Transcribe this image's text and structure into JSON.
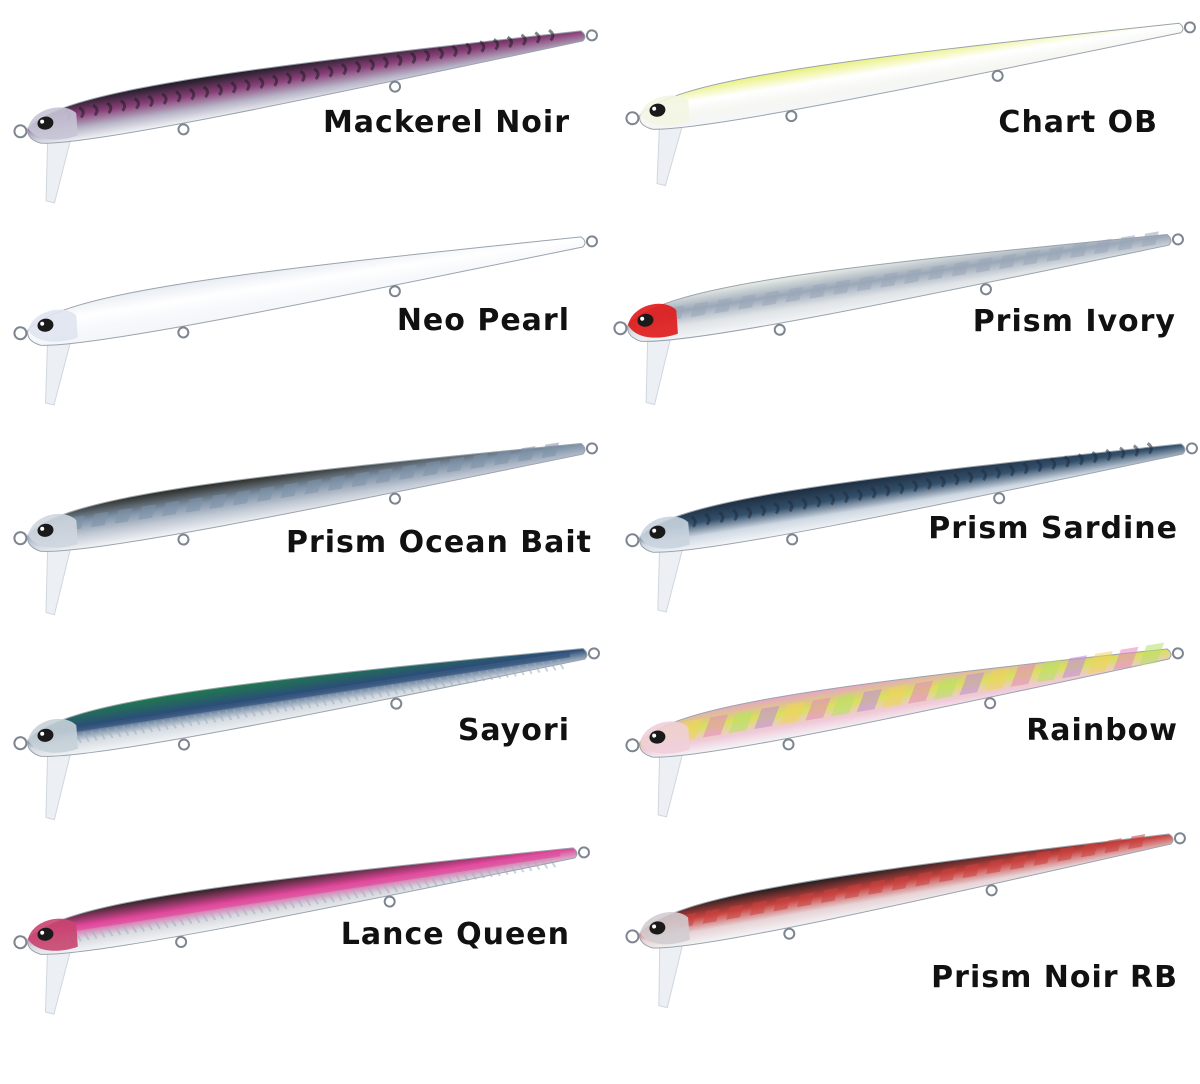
{
  "lures": [
    {
      "name": "Mackerel Noir",
      "back": "#1c1c24",
      "belly": "#b7b4c7",
      "accent": "#8a3f78",
      "head": "#c7c5d6",
      "pattern": "mackerel"
    },
    {
      "name": "Chart OB",
      "back": "#e9f07a",
      "belly": "#f6f7f2",
      "accent": "#ffffff",
      "head": "#f3f5e3",
      "pattern": "plain"
    },
    {
      "name": "Neo Pearl",
      "back": "#e8ecf2",
      "belly": "#f7f8fb",
      "accent": "#ffffff",
      "head": "#dfe4f0",
      "pattern": "plain"
    },
    {
      "name": "Prism Ivory",
      "back": "#e9ede6",
      "belly": "#dfe3e6",
      "accent": "#9aa7b8",
      "head": "#e01818",
      "pattern": "prism"
    },
    {
      "name": "Prism Ocean Bait",
      "back": "#2a2a22",
      "belly": "#c4cbd6",
      "accent": "#7f93a8",
      "head": "#cfd6df",
      "pattern": "prism"
    },
    {
      "name": "Prism Sardine",
      "back": "#1d2c3e",
      "belly": "#cfd8e2",
      "accent": "#33506c",
      "head": "#c9d4df",
      "pattern": "sardine"
    },
    {
      "name": "Sayori",
      "back": "#1e7a4e",
      "belly": "#d2d9df",
      "accent": "#2b4d78",
      "head": "#c6d1d8",
      "pattern": "stripe"
    },
    {
      "name": "Rainbow",
      "back": "#e6a5c6",
      "belly": "#f0c9d8",
      "accent": "#d9e05a",
      "head": "#f0cfd9",
      "pattern": "rainbow"
    },
    {
      "name": "Lance Queen",
      "back": "#2a2422",
      "belly": "#d7d9de",
      "accent": "#e0469a",
      "head": "#c8456f",
      "pattern": "lance"
    },
    {
      "name": "Prism Noir RB",
      "back": "#1f1f1f",
      "belly": "#e7d3d6",
      "accent": "#c9423f",
      "head": "#d2cdd0",
      "pattern": "noir"
    }
  ],
  "colors": {
    "label_text": "#111111",
    "background": "#ffffff",
    "lip": "#e9eef3",
    "eye": "#1a1a1a"
  },
  "icons": {
    "eye": "lure-eye-icon",
    "lip": "lure-lip-icon",
    "ring": "split-ring-icon"
  }
}
